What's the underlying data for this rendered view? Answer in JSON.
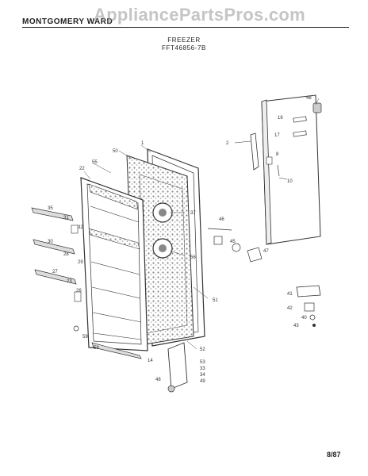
{
  "header": {
    "brand": "MONTGOMERY WARD",
    "title": "FREEZER",
    "model": "FFT46856-7B"
  },
  "watermark": "AppliancePartsPros.com",
  "footer": {
    "date": "8/87"
  },
  "callouts": {
    "c1": "1",
    "c2": "2",
    "c8": "8",
    "c10": "10",
    "c14": "14",
    "c16": "16",
    "c17": "17",
    "c22": "22",
    "c23": "23",
    "c26": "26",
    "c27": "27",
    "c28": "28",
    "c29": "29",
    "c30": "30",
    "c31": "31",
    "c32": "32",
    "c33": "33",
    "c34": "34",
    "c35": "35",
    "c37": "37",
    "c40": "40",
    "c41": "41",
    "c42": "42",
    "c43": "43",
    "c45": "45",
    "c46": "46",
    "c47": "47",
    "c48": "48",
    "c49": "49",
    "c50": "50",
    "c51": "51",
    "c52": "52",
    "c53": "53",
    "c55": "55",
    "c56": "56",
    "c58": "58",
    "c59": "59"
  },
  "colors": {
    "line": "#333333",
    "insulation": "#9a9a9a",
    "paper": "#ffffff"
  }
}
